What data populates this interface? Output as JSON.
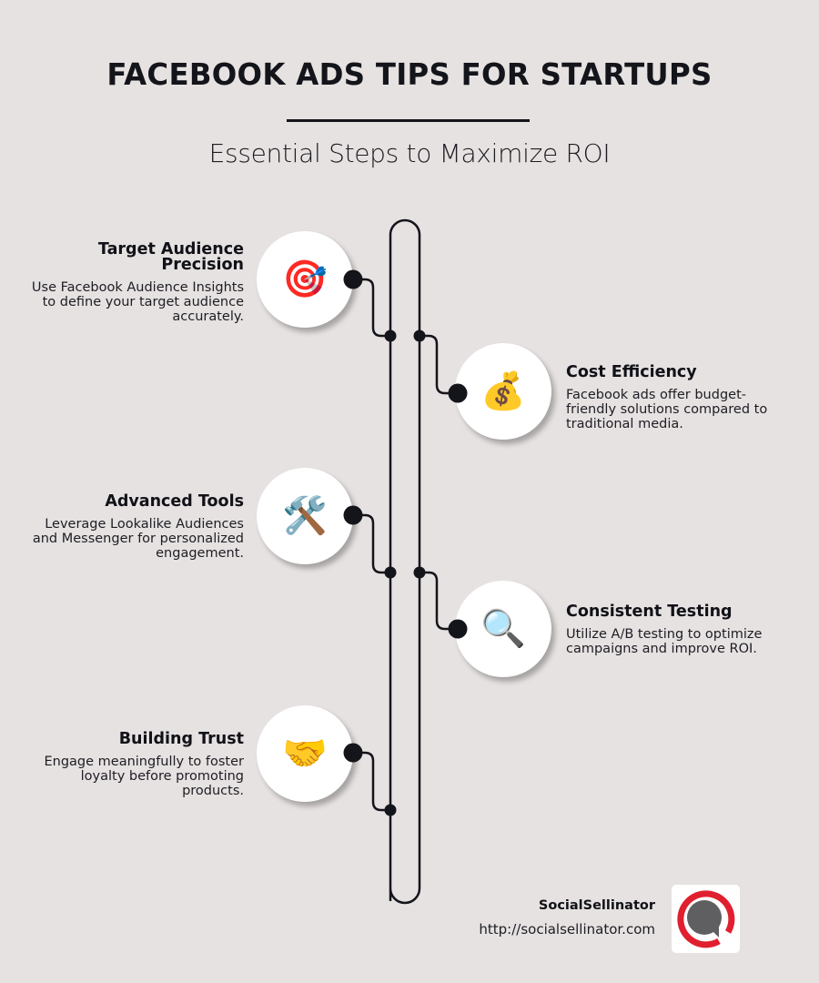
{
  "header": {
    "title": "FACEBOOK ADS TIPS FOR STARTUPS",
    "subtitle": "Essential Steps to Maximize ROI"
  },
  "steps": [
    {
      "title_line1": "Target Audience",
      "title_line2": "Precision",
      "description": "Use Facebook Audience Insights to define your target audience accurately.",
      "icon": "target-dart-icon",
      "emoji": "🎯",
      "side": "left"
    },
    {
      "title": "Cost Efficiency",
      "description": "Facebook ads offer budget-friendly solutions compared to traditional media.",
      "icon": "money-bag-icon",
      "emoji": "💰",
      "side": "right"
    },
    {
      "title": "Advanced Tools",
      "description": "Leverage Lookalike Audiences and Messenger for personalized engagement.",
      "icon": "hammer-wrench-icon",
      "emoji": "🛠️",
      "side": "left"
    },
    {
      "title": "Consistent Testing",
      "description": "Utilize A/B testing to optimize campaigns and improve ROI.",
      "icon": "magnifying-glass-icon",
      "emoji": "🔍",
      "side": "right"
    },
    {
      "title": "Building Trust",
      "description": "Engage meaningfully to foster loyalty before promoting products.",
      "icon": "handshake-icon",
      "emoji": "🤝",
      "side": "left"
    }
  ],
  "footer": {
    "brand_name": "SocialSellinator",
    "url": "http://socialsellinator.com",
    "logo_icon": "speech-bubble-logo-icon"
  },
  "colors": {
    "background": "#E6E2E1",
    "ink": "#14141B",
    "logo_red": "#E0202E",
    "logo_gray": "#5F5F62"
  }
}
